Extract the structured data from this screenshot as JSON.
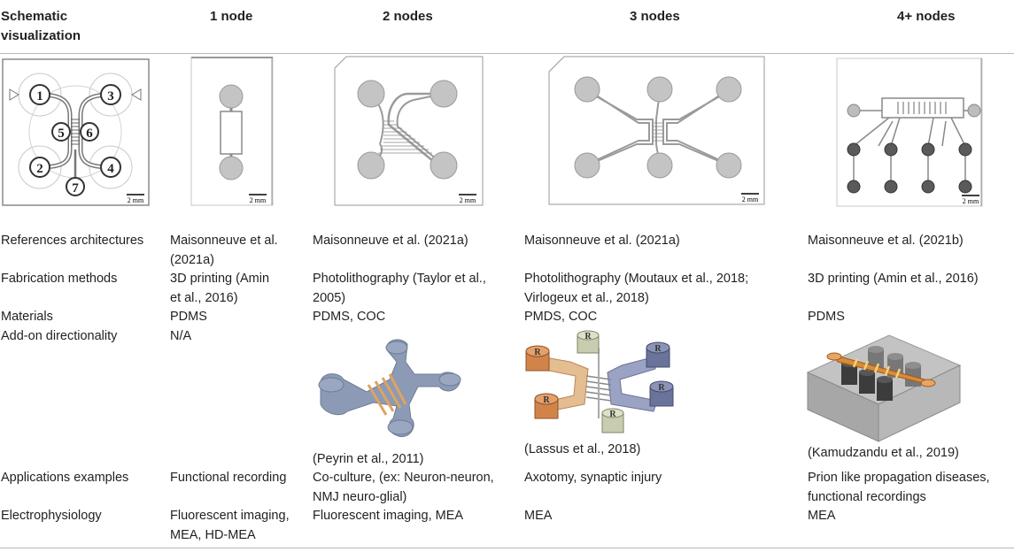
{
  "headers": {
    "col0_line1": "Schematic",
    "col0_line2": "visualization",
    "col1": "1 node",
    "col2": "2 nodes",
    "col3": "3 nodes",
    "col4": "4+ nodes"
  },
  "scale_bar": "2 mm",
  "markers": [
    "1",
    "2",
    "3",
    "4",
    "5",
    "6",
    "7"
  ],
  "rows": {
    "references": {
      "label": "References architectures",
      "c1_line1": "Maisonneuve et al.",
      "c1_line2": "(2021a)",
      "c2": "Maisonneuve et al. (2021a)",
      "c3": "Maisonneuve et al. (2021a)",
      "c4": "Maisonneuve et al. (2021b)"
    },
    "fabrication": {
      "label": "Fabrication methods",
      "c1_line1": "3D printing (Amin",
      "c1_line2": "et al., 2016)",
      "c2_line1": "Photolithography (Taylor et al.,",
      "c2_line2": "2005)",
      "c3_line1": "Photolithography (Moutaux et al., 2018;",
      "c3_line2": "Virlogeux et al., 2018)",
      "c4": "3D printing (Amin et al., 2016)"
    },
    "materials": {
      "label": "Materials",
      "c1": "PDMS",
      "c2": "PDMS, COC",
      "c3": "PMDS, COC",
      "c4": "PDMS"
    },
    "directionality": {
      "label": "Add-on directionality",
      "c1": "N/A",
      "c2_caption": "(Peyrin et al., 2011)",
      "c3_caption": "(Lassus et al., 2018)",
      "c4_caption": "(Kamudzandu et al., 2019)",
      "reservoir_letter": "R"
    },
    "applications": {
      "label": "Applications examples",
      "c1": "Functional recording",
      "c2_line1": "Co-culture, (ex: Neuron-neuron,",
      "c2_line2": "NMJ neuro-glial)",
      "c3": "Axotomy, synaptic injury",
      "c4_line1": "Prion like propagation diseases,",
      "c4_line2": "functional recordings"
    },
    "electrophysiology": {
      "label": "Electrophysiology",
      "c1_line1": "Fluorescent imaging,",
      "c1_line2": "MEA, HD-MEA",
      "c2": "Fluorescent imaging, MEA",
      "c3": "MEA",
      "c4": "MEA"
    }
  }
}
